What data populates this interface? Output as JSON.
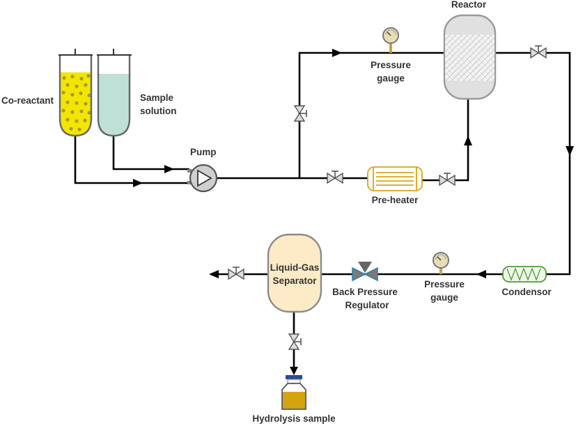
{
  "labels": {
    "co_reactant": "Co-reactant",
    "sample_line1": "Sample",
    "sample_line2": "solution",
    "pump": "Pump",
    "pressure_gauge_top_line1": "Pressure",
    "pressure_gauge_top_line2": "gauge",
    "reactor": "Reactor",
    "pre_heater": "Pre-heater",
    "condensor": "Condensor",
    "pressure_gauge_bottom_line1": "Pressure",
    "pressure_gauge_bottom_line2": "gauge",
    "bpr_line1": "Back Pressure",
    "bpr_line2": "Regulator",
    "separator_line1": "Liquid-Gas",
    "separator_line2": "Separator",
    "hydrolysis_sample": "Hydrolysis sample"
  },
  "colors": {
    "line": "#000000",
    "co_reactant_fill": "#f2e600",
    "co_reactant_dots": "#a89a2e",
    "sample_fill": "#bfe0d6",
    "reactor_fill": "#e0e0e0",
    "preheater": "#d9a41c",
    "condensor": "#4f9a3a",
    "separator_fill": "#fdebc7",
    "bpr": "#2f7fa6",
    "gauge_face": "#e9dcb6",
    "gauge_stem": "#c9a23a",
    "sample_bottle": "#d4a40f",
    "bottle_cap": "#2c4a9a",
    "valve": "#555555"
  },
  "icons": [
    "co-reactant-vessel",
    "sample-vessel",
    "pump-icon",
    "valve-icon",
    "pressure-gauge-icon",
    "reactor-vessel",
    "pre-heater-icon",
    "condensor-icon",
    "back-pressure-regulator-icon",
    "separator-vessel",
    "sample-bottle-icon"
  ]
}
